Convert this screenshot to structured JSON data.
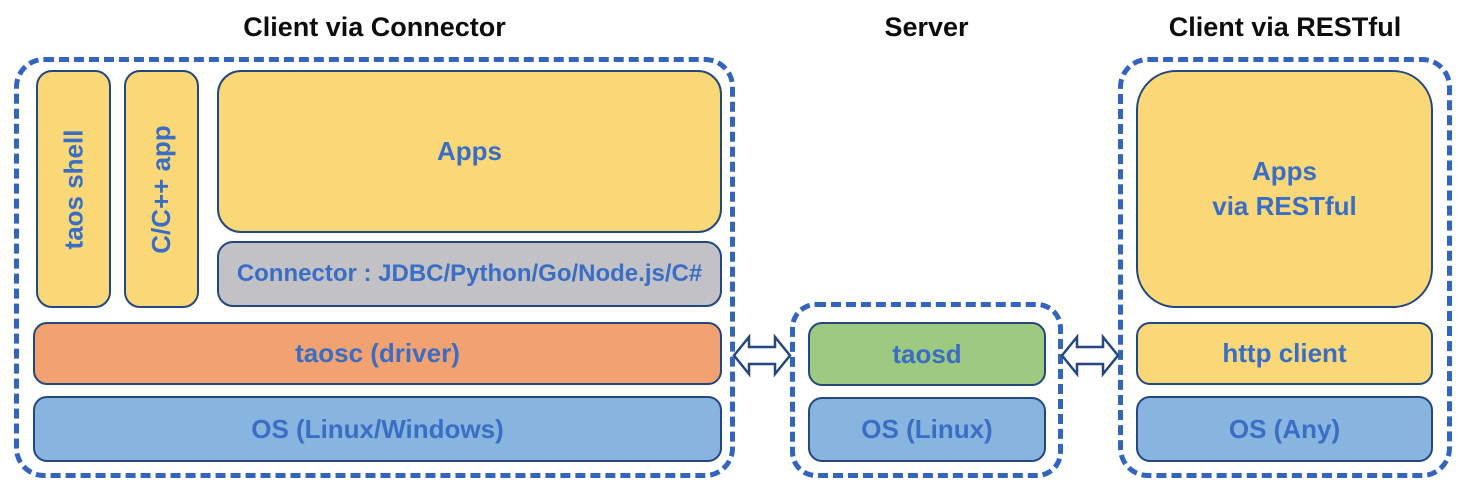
{
  "left": {
    "title": "Client via Connector",
    "taos_shell": "taos shell",
    "cpp_app": "C/C++ app",
    "apps": "Apps",
    "connector": "Connector : JDBC/Python/Go/Node.js/C#",
    "taosc": "taosc (driver)",
    "os": "OS (Linux/Windows)"
  },
  "server": {
    "title": "Server",
    "taosd": "taosd",
    "os": "OS (Linux)"
  },
  "right": {
    "title": "Client via RESTful",
    "apps": "Apps\nvia RESTful",
    "http_client": "http client",
    "os": "OS (Any)"
  },
  "icons": {
    "arrow_left": "bidirectional-arrow",
    "arrow_right": "bidirectional-arrow"
  },
  "colors": {
    "box_yellow": "#fbd877",
    "box_orange": "#f2a170",
    "box_green": "#9dca80",
    "box_blue": "#88b5e0",
    "box_gray": "#c2c2c6",
    "box_border_navy": "#24477f",
    "frame_dash_blue": "#3465bd",
    "label_blue": "#3a6ec5",
    "title_black": "#0d0d0d",
    "background": "#ffffff"
  }
}
